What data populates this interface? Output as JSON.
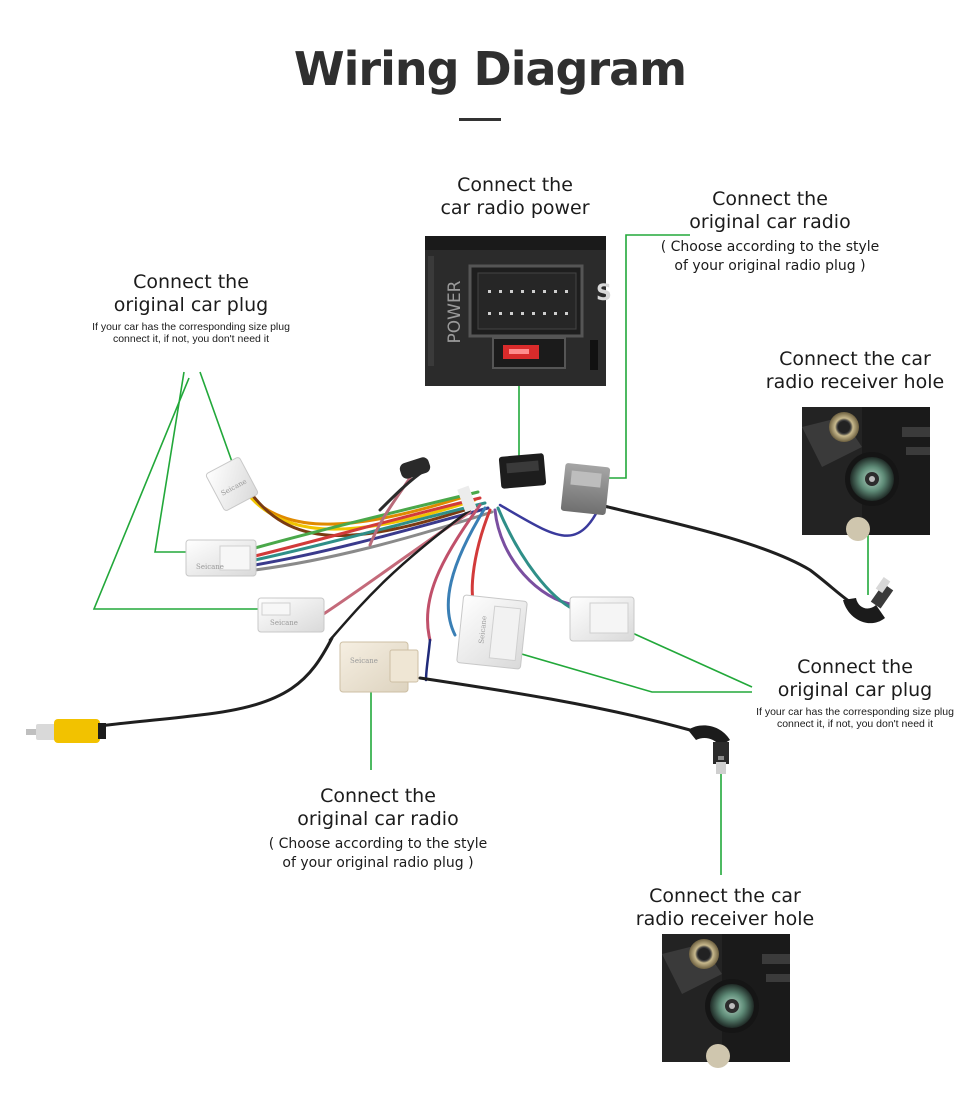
{
  "header": {
    "title": "Wiring Diagram"
  },
  "labels": {
    "power": {
      "heading": [
        "Connect the",
        "car radio  power"
      ]
    },
    "radio_top": {
      "heading": [
        "Connect the",
        "original car radio"
      ],
      "note": [
        "( Choose according to the style",
        "of your original radio plug )"
      ]
    },
    "plug_left": {
      "heading": [
        "Connect the",
        "original car plug"
      ],
      "note": [
        "If your car has the corresponding size plug",
        "connect it, if not, you don't need it"
      ]
    },
    "receiver_right": {
      "heading": [
        "Connect the car",
        "radio  receiver hole"
      ]
    },
    "plug_right": {
      "heading": [
        "Connect the",
        "original car plug"
      ],
      "note": [
        "If your car has the corresponding size plug",
        "connect it, if not, you don't need it"
      ]
    },
    "radio_bottom": {
      "heading": [
        "Connect the",
        "original car radio"
      ],
      "note": [
        "( Choose according to the style",
        "of your original radio plug )"
      ]
    },
    "receiver_bottom": {
      "heading": [
        "Connect the car",
        "radio  receiver hole"
      ]
    }
  },
  "photo_text": {
    "power_socket": "POWER",
    "brand": "Seicane"
  },
  "colors": {
    "leader_line": "#22a83a",
    "cable": "#1f1f1f",
    "rca_tip": "#f2c200",
    "connector_white": "#efefef",
    "connector_grey": "#8f8f8f"
  }
}
